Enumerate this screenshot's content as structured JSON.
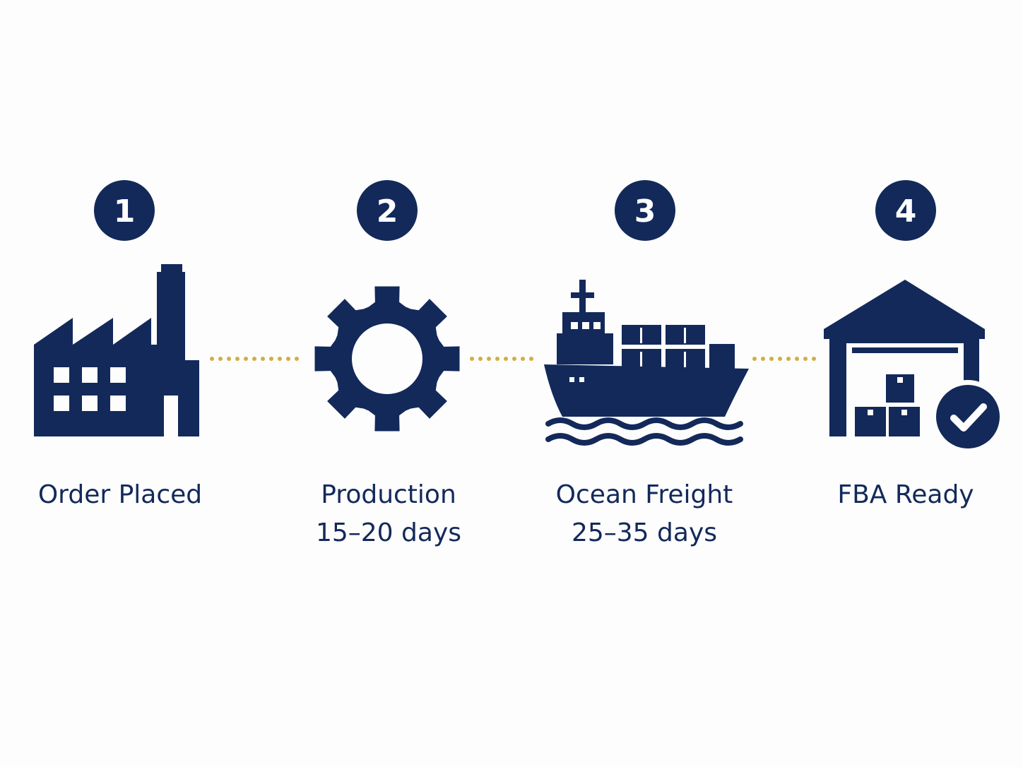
{
  "colors": {
    "primary": "#13295a",
    "accent": "#d3ad43",
    "background": "#fdfdfd"
  },
  "steps": [
    {
      "number": "1",
      "icon": "factory-icon",
      "title": "Order Placed",
      "duration": ""
    },
    {
      "number": "2",
      "icon": "gear-icon",
      "title": "Production",
      "duration": "15–20 days"
    },
    {
      "number": "3",
      "icon": "cargo-ship-icon",
      "title": "Ocean Freight",
      "duration": "25–35 days"
    },
    {
      "number": "4",
      "icon": "warehouse-check-icon",
      "title": "FBA Ready",
      "duration": ""
    }
  ]
}
